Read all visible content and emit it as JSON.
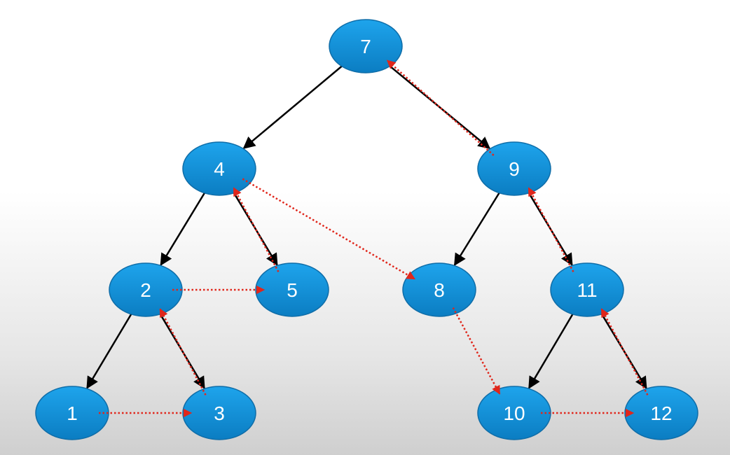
{
  "colors": {
    "node_fill_top": "#1ea4ec",
    "node_fill_bottom": "#0b7dc2",
    "node_stroke": "#0f6da8",
    "tree_edge": "#000000",
    "traversal_arrow": "#e0261b"
  },
  "nodes": [
    {
      "id": "n7",
      "label": "7"
    },
    {
      "id": "n4",
      "label": "4"
    },
    {
      "id": "n9",
      "label": "9"
    },
    {
      "id": "n2",
      "label": "2"
    },
    {
      "id": "n5",
      "label": "5"
    },
    {
      "id": "n8",
      "label": "8"
    },
    {
      "id": "n11",
      "label": "11"
    },
    {
      "id": "n1",
      "label": "1"
    },
    {
      "id": "n3",
      "label": "3"
    },
    {
      "id": "n10",
      "label": "10"
    },
    {
      "id": "n12",
      "label": "12"
    }
  ],
  "tree_edges": [
    [
      "n7",
      "n4"
    ],
    [
      "n7",
      "n9"
    ],
    [
      "n4",
      "n2"
    ],
    [
      "n4",
      "n5"
    ],
    [
      "n9",
      "n8"
    ],
    [
      "n9",
      "n11"
    ],
    [
      "n2",
      "n1"
    ],
    [
      "n2",
      "n3"
    ],
    [
      "n11",
      "n10"
    ],
    [
      "n11",
      "n12"
    ]
  ],
  "traversal_arrows": [
    [
      "n1",
      "n3"
    ],
    [
      "n3",
      "n2"
    ],
    [
      "n2",
      "n5"
    ],
    [
      "n5",
      "n4"
    ],
    [
      "n4",
      "n8"
    ],
    [
      "n8",
      "n10"
    ],
    [
      "n10",
      "n12"
    ],
    [
      "n12",
      "n11"
    ],
    [
      "n11",
      "n9"
    ],
    [
      "n9",
      "n7"
    ]
  ]
}
